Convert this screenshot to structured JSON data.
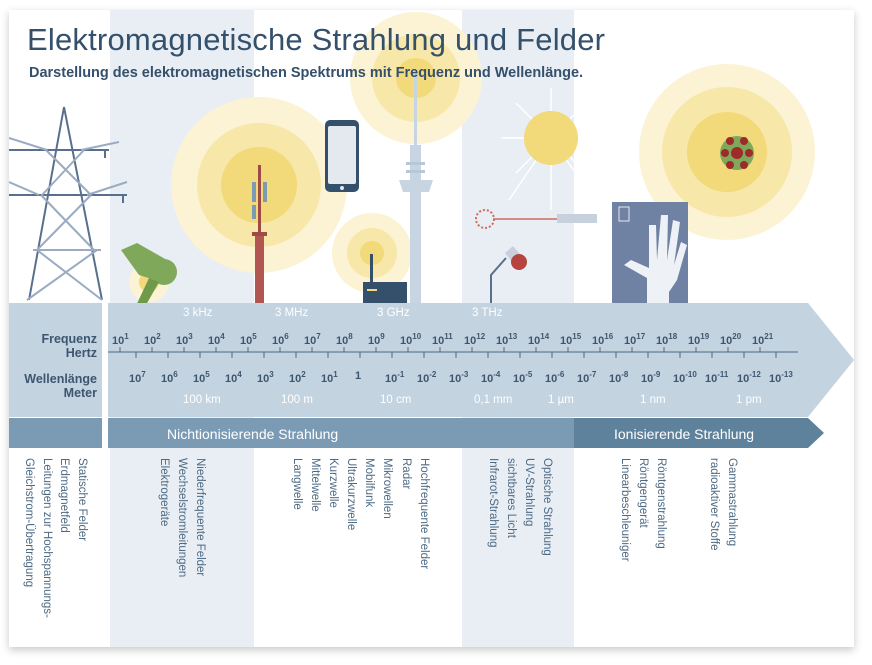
{
  "header": {
    "title": "Elektromagnetische Strahlung und Felder",
    "subtitle": "Darstellung des elektromagnetischen Spektrums mit Frequenz und Wellenlänge."
  },
  "axis": {
    "frequency_label": "Frequenz",
    "frequency_unit": "Hertz",
    "wavelength_label": "Wellenlänge",
    "wavelength_unit": "Meter",
    "frequency_ticks": [
      {
        "base": "10",
        "exp": "1"
      },
      {
        "base": "10",
        "exp": "2"
      },
      {
        "base": "10",
        "exp": "3"
      },
      {
        "base": "10",
        "exp": "4"
      },
      {
        "base": "10",
        "exp": "5"
      },
      {
        "base": "10",
        "exp": "6"
      },
      {
        "base": "10",
        "exp": "7"
      },
      {
        "base": "10",
        "exp": "8"
      },
      {
        "base": "10",
        "exp": "9"
      },
      {
        "base": "10",
        "exp": "10"
      },
      {
        "base": "10",
        "exp": "11"
      },
      {
        "base": "10",
        "exp": "12"
      },
      {
        "base": "10",
        "exp": "13"
      },
      {
        "base": "10",
        "exp": "14"
      },
      {
        "base": "10",
        "exp": "15"
      },
      {
        "base": "10",
        "exp": "16"
      },
      {
        "base": "10",
        "exp": "17"
      },
      {
        "base": "10",
        "exp": "18"
      },
      {
        "base": "10",
        "exp": "19"
      },
      {
        "base": "10",
        "exp": "20"
      },
      {
        "base": "10",
        "exp": "21"
      }
    ],
    "wavelength_ticks": [
      {
        "base": "10",
        "exp": "7"
      },
      {
        "base": "10",
        "exp": "6"
      },
      {
        "base": "10",
        "exp": "5"
      },
      {
        "base": "10",
        "exp": "4"
      },
      {
        "base": "10",
        "exp": "3"
      },
      {
        "base": "10",
        "exp": "2"
      },
      {
        "base": "10",
        "exp": "1"
      },
      {
        "base": "1",
        "exp": ""
      },
      {
        "base": "10",
        "exp": "-1"
      },
      {
        "base": "10",
        "exp": "-2"
      },
      {
        "base": "10",
        "exp": "-3"
      },
      {
        "base": "10",
        "exp": "-4"
      },
      {
        "base": "10",
        "exp": "-5"
      },
      {
        "base": "10",
        "exp": "-6"
      },
      {
        "base": "10",
        "exp": "-7"
      },
      {
        "base": "10",
        "exp": "-8"
      },
      {
        "base": "10",
        "exp": "-9"
      },
      {
        "base": "10",
        "exp": "-10"
      },
      {
        "base": "10",
        "exp": "-11"
      },
      {
        "base": "10",
        "exp": "-12"
      },
      {
        "base": "10",
        "exp": "-13"
      }
    ],
    "frequency_markers": [
      "3 kHz",
      "3 MHz",
      "3 GHz",
      "3 THz"
    ],
    "wavelength_markers": [
      "100 km",
      "100 m",
      "10 cm",
      "0,1 mm",
      "1 µm",
      "1 nm",
      "1 pm"
    ]
  },
  "categories": {
    "non_ionizing": "Nichtionisierende Strahlung",
    "ionizing": "Ionisierende Strahlung"
  },
  "groups": [
    {
      "heading": "Statische Felder",
      "items": [
        "Erdmagnetfeld",
        "Leitungen zur Hochspannungs-",
        "Gleichstrom-Übertragung"
      ]
    },
    {
      "heading": "Niederfrequente Felder",
      "items": [
        "Wechselstromleitungen",
        "Elektrogeräte"
      ]
    },
    {
      "heading": "Hochfrequente Felder",
      "items": [
        "Radar",
        "Mikrowellen",
        "Mobilfunk",
        "Ultrakurzwelle",
        "Kurzwelle",
        "Mittelwelle",
        "Langwelle"
      ]
    },
    {
      "heading": "Optische Strahlung",
      "items": [
        "UV-Strahlung",
        "sichtbares Licht",
        "Infrarot-Strahlung"
      ]
    },
    {
      "heading": "Röntgenstrahlung",
      "items": [
        "Röntgengerät",
        "Linearbeschleuniger"
      ]
    },
    {
      "heading": "Gammastrahlung",
      "items": [
        "radioaktiver Stoffe"
      ]
    }
  ],
  "illustrations": [
    "power-pylon",
    "hair-dryer",
    "cell-tower",
    "smartphone",
    "wifi-router",
    "tv-tower",
    "sun",
    "laser-pointer",
    "desk-lamp",
    "xray-hand",
    "radioactive-atom"
  ],
  "colors": {
    "title": "#34506b",
    "axis_band": "#c3d3e0",
    "non_ionizing_bar": "#7b9bb5",
    "ionizing_bar": "#5f829c",
    "glow": "#f2d97a",
    "column_band": "#e9eef4"
  }
}
